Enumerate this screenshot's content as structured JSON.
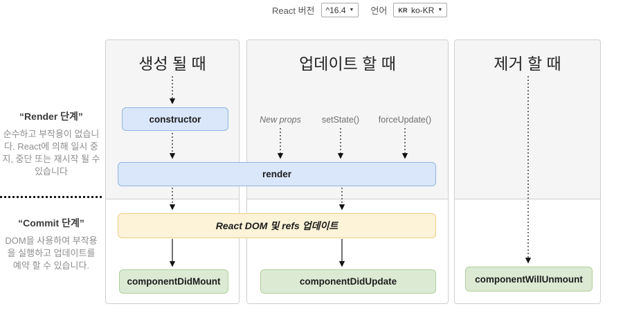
{
  "topbar": {
    "react_version_label": "React 버전",
    "react_version_value": "^16.4",
    "language_label": "언어",
    "language_badge": "KR",
    "language_value": "ko-KR"
  },
  "sidebar": {
    "render_phase_title": "“Render 단계”",
    "render_phase_description": "순수하고 부작용이 없습니다. React에 의해 일시 중지, 중단 또는 재시작 될 수 있습니다",
    "commit_phase_title": "“Commit 단계”",
    "commit_phase_description": "DOM을 사용하여 부작용을 실행하고 업데이트를 예약 할 수 있습니다."
  },
  "columns": [
    {
      "header": "생성 될 때"
    },
    {
      "header": "업데이트 할 때"
    },
    {
      "header": "제거 할 때"
    }
  ],
  "triggers": {
    "new_props": "New props",
    "set_state": "setState()",
    "force_update": "forceUpdate()"
  },
  "boxes": {
    "constructor": "constructor",
    "render": "render",
    "react_dom_update": "React DOM 및 refs 업데이트",
    "component_did_mount": "componentDidMount",
    "component_did_update": "componentDidUpdate",
    "component_will_unmount": "componentWillUnmount"
  },
  "colors": {
    "blue_fill": "#dae7fb",
    "blue_border": "#8fb4e3",
    "yellow_fill": "#fcf3d8",
    "yellow_border": "#f0cd82",
    "green_fill": "#dcead4",
    "green_border": "#aed09a",
    "column_bg_render_phase": "#f5f5f5",
    "column_border": "#cfcfcf"
  }
}
